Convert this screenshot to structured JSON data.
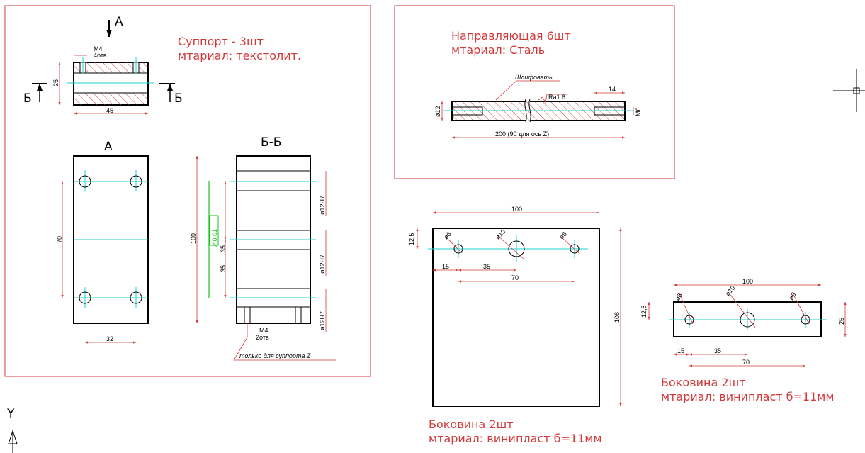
{
  "colors": {
    "frame": "#d23a3a",
    "center": "#1fd0d0",
    "tolerance": "#15c41a",
    "object": "#000000",
    "background": "#ffffff"
  },
  "support": {
    "title": "Суппорт - 3шт",
    "material": "мтариал: текстолит.",
    "view_a_arrow": "А",
    "view_a_label": "А",
    "section_left": "Б",
    "section_right": "Б",
    "section_title": "Б-Б",
    "top_thread": "М4",
    "top_thread_count": "4отв",
    "dim_25": "25",
    "dim_45": "45",
    "dim_70": "70",
    "dim_32": "32",
    "dim_100": "100",
    "dim_35a": "35",
    "dim_35b": "35",
    "tolerance": "⁄⁄ 0.01",
    "fit_1": "ø12H7",
    "fit_2": "ø12H7",
    "fit_3": "ø12H7",
    "bottom_thread": "М4",
    "bottom_thread_count": "2отв",
    "note": "только для суппорта Z"
  },
  "guide": {
    "title": "Направляющая 6шт",
    "material": "мтариал: Сталь",
    "grind_note": "Шлифовать",
    "roughness": "Ra1.6",
    "dim_14": "14",
    "dim_m6": "М6",
    "dim_d12": "ø12",
    "dim_200": "200 (90 для ось Z)"
  },
  "side_large": {
    "title": "Боковина 2шт",
    "material": "мтариал: винипласт б=11мм",
    "dim_100": "100",
    "dim_12_5": "12,5",
    "dim_15": "15",
    "dim_35": "35",
    "dim_70": "70",
    "dim_108": "108",
    "hole_1": "ø6",
    "hole_2": "ø10",
    "hole_3": "ø6"
  },
  "side_small": {
    "title": "Боковина 2шт",
    "material": "мтариал: винипласт б=11мм",
    "dim_100": "100",
    "dim_12_5": "12,5",
    "dim_15": "15",
    "dim_35": "35",
    "dim_70": "70",
    "dim_25": "25",
    "hole_1": "ø6",
    "hole_2": "ø10",
    "hole_3": "ø6"
  },
  "ucs": {
    "y_label": "Y"
  }
}
